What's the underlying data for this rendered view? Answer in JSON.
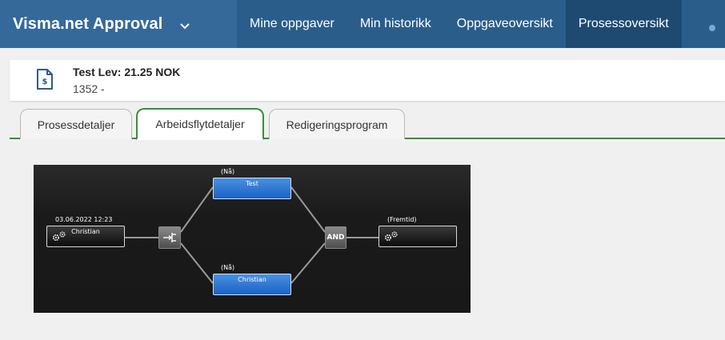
{
  "app": {
    "title": "Visma.net Approval",
    "nav": [
      {
        "label": "Mine oppgaver",
        "active": false
      },
      {
        "label": "Min historikk",
        "active": false
      },
      {
        "label": "Oppgaveoversikt",
        "active": false
      },
      {
        "label": "Prosessoversikt",
        "active": true
      }
    ]
  },
  "document": {
    "icon": "invoice-dollar-icon",
    "title": "Test Lev: 21.25 NOK",
    "subtitle": "1352 -"
  },
  "tabs": [
    {
      "label": "Prosessdetaljer",
      "active": false
    },
    {
      "label": "Arbeidsflytdetaljer",
      "active": true
    },
    {
      "label": "Redigeringsprogram",
      "active": false
    }
  ],
  "workflow": {
    "start": {
      "timestamp": "03.06.2022 12:23",
      "label": "Christian",
      "icon": "gears-icon"
    },
    "split": {
      "icon": "parallel-split-icon"
    },
    "top": {
      "status": "(Nå)",
      "label": "Test"
    },
    "bottom": {
      "status": "(Nå)",
      "label": "Christian"
    },
    "join": {
      "label": "AND"
    },
    "end": {
      "status": "(Fremtid)",
      "label": "",
      "icon": "gears-icon"
    }
  },
  "colors": {
    "nav_bg": "#2b5d8b",
    "brand_bg": "#35699a",
    "nav_active": "#1e4a72",
    "tab_accent": "#3c8d3c",
    "node_blue": "#1b62c4"
  }
}
